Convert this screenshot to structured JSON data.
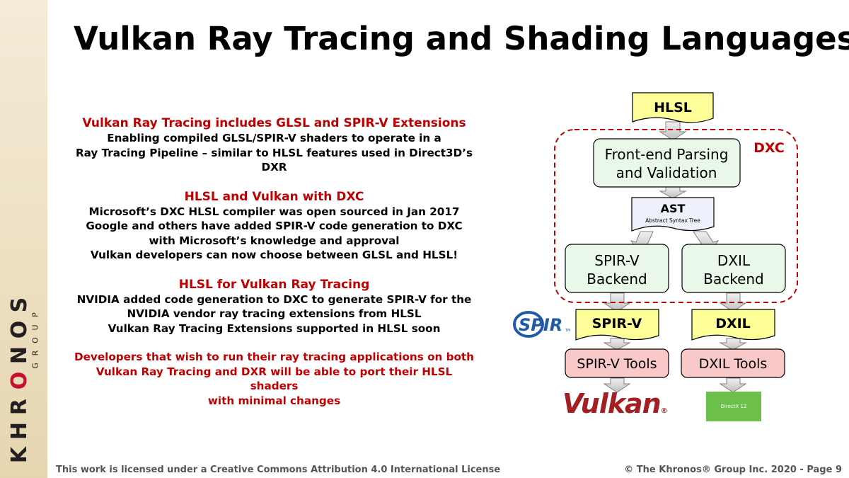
{
  "title": "Vulkan Ray Tracing and Shading Languages",
  "sidebar": {
    "brand_letters": [
      "K",
      "H",
      "R",
      "O",
      "N",
      "O",
      "S"
    ],
    "group_letters": [
      "G",
      "R",
      "O",
      "U",
      "P"
    ],
    "registered": "®"
  },
  "sections": [
    {
      "heading": "Vulkan Ray Tracing includes GLSL and SPIR-V Extensions",
      "lines": [
        "Enabling compiled GLSL/SPIR-V shaders to operate in a",
        "Ray Tracing Pipeline – similar to HLSL features used in Direct3D’s DXR"
      ]
    },
    {
      "heading": "HLSL and Vulkan with DXC",
      "lines": [
        "Microsoft’s DXC HLSL compiler was open sourced in Jan 2017",
        "Google and others have added SPIR-V code generation to DXC",
        "with Microsoft’s knowledge and approval",
        "Vulkan developers can now choose between GLSL and HLSL!"
      ]
    },
    {
      "heading": "HLSL for Vulkan Ray Tracing",
      "lines": [
        "NVIDIA added code generation to DXC to generate SPIR-V for the",
        "NVIDIA vendor ray tracing extensions from HLSL",
        "Vulkan Ray Tracing Extensions supported in HLSL soon"
      ]
    }
  ],
  "conclusion": [
    "Developers that wish to run their ray tracing applications on both",
    "Vulkan Ray Tracing and DXR will be able to port their HLSL shaders",
    "with minimal changes"
  ],
  "diagram": {
    "hlsl": "HLSL",
    "dxc_label": "DXC",
    "frontend": [
      "Front-end Parsing",
      "and Validation"
    ],
    "ast": "AST",
    "ast_sub": "Abstract Syntax Tree",
    "spirv_backend": [
      "SPIR-V",
      "Backend"
    ],
    "dxil_backend": [
      "DXIL",
      "Backend"
    ],
    "spirv": "SPIR-V",
    "dxil": "DXIL",
    "spirv_tools": "SPIR-V Tools",
    "dxil_tools": "DXIL Tools",
    "colors": {
      "yellow_doc": "#ffff99",
      "green_box": "#eaf8ea",
      "pink_box": "#f9c9c9",
      "dxc_dash": "#c00000",
      "arrow": "#d9d9d9"
    }
  },
  "logos": {
    "spir": "SPIR",
    "spir_tm": "TM",
    "vulkan": "Vulkan",
    "vulkan_reg": "®",
    "directx": "DirectX 12"
  },
  "footer": {
    "license": "This work is licensed under a Creative Commons Attribution 4.0 International License",
    "copyright": "© The Khronos® Group Inc. 2020 - Page 9"
  }
}
